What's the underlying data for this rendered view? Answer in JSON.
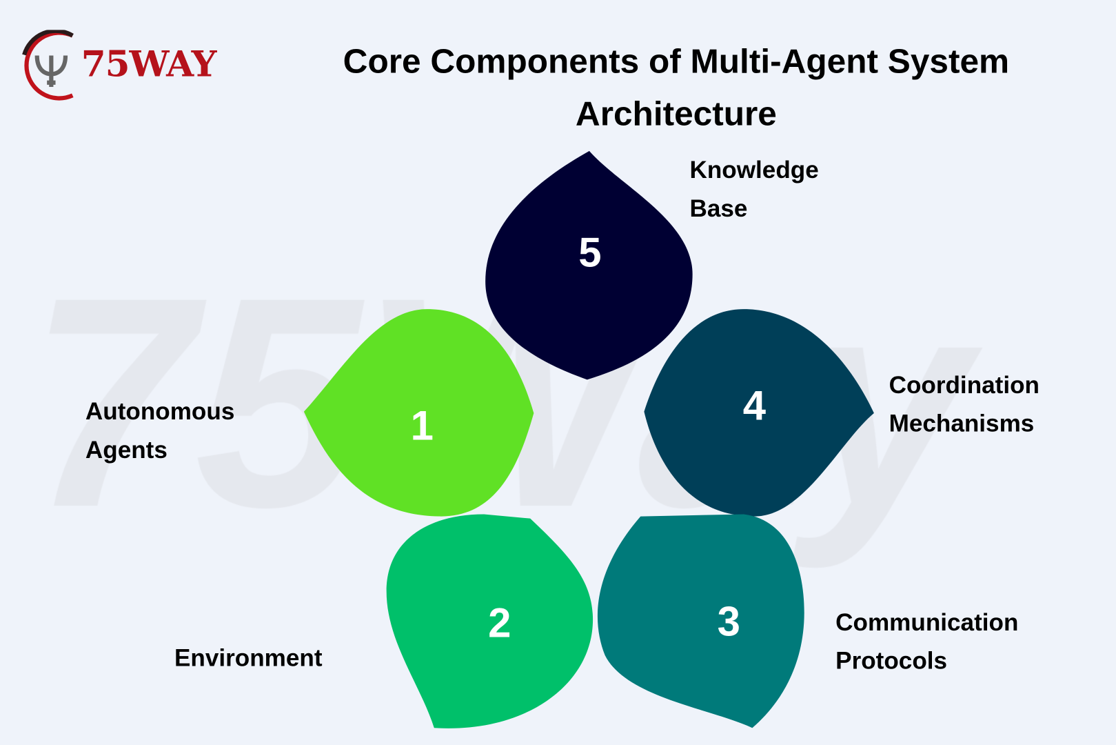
{
  "logo": {
    "text": "75WAY"
  },
  "title": "Core Components of Multi-Agent System Architecture",
  "watermark": "75Way",
  "components": [
    {
      "number": "1",
      "label": "Autonomous\nAgents",
      "color": "#5be01e"
    },
    {
      "number": "2",
      "label": "Environment",
      "color": "#00c06a"
    },
    {
      "number": "3",
      "label": "Communication\nProtocols",
      "color": "#007a7a"
    },
    {
      "number": "4",
      "label": "Coordination\nMechanisms",
      "color": "#003f58"
    },
    {
      "number": "5",
      "label": "Knowledge\nBase",
      "color": "#000033"
    }
  ]
}
